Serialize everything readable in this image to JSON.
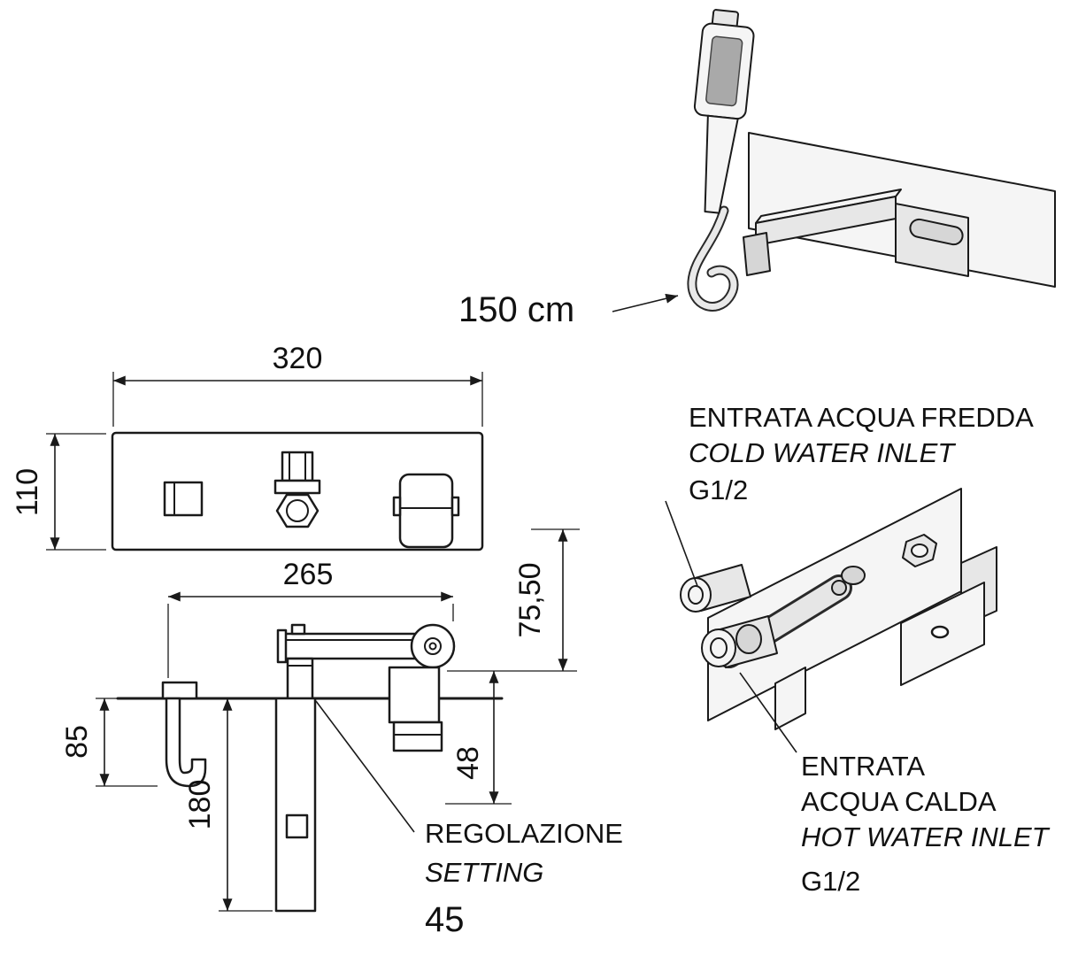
{
  "labels": {
    "hose_length": "150 cm",
    "regolazione": "REGOLAZIONE",
    "setting": "SETTING",
    "setting_value": "45"
  },
  "dimensions": {
    "plate_width": "320",
    "plate_height": "110",
    "spout_length": "265",
    "spout_center_offset": "75,50",
    "holder_drop": "85",
    "body_drop": "180",
    "handle_offset": "48"
  },
  "cold_inlet": {
    "line1": "ENTRATA ACQUA FREDDA",
    "line2": "COLD WATER INLET",
    "thread": "G1/2"
  },
  "hot_inlet": {
    "line1": "ENTRATA",
    "line2": "ACQUA CALDA",
    "line3": "HOT WATER INLET",
    "thread": "G1/2"
  },
  "colors": {
    "line": "#1a1a1a",
    "background": "#ffffff"
  }
}
